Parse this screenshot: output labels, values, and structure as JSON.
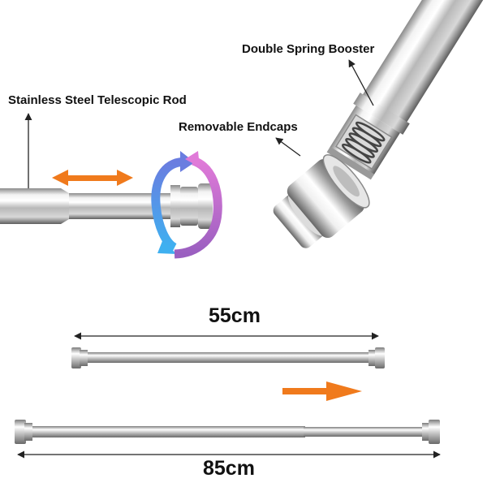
{
  "labels": {
    "double_spring_booster": "Double Spring Booster",
    "stainless_steel_rod": "Stainless Steel Telescopic Rod",
    "removable_endcaps": "Removable Endcaps",
    "length_min": "55cm",
    "length_max": "85cm"
  },
  "colors": {
    "arrow_orange": "#f07a1c",
    "rotate_blue": "#4aa0e0",
    "rotate_purple": "#c070c0",
    "chrome_light": "#f4f4f4",
    "chrome_mid": "#bdbdbd",
    "chrome_dark": "#6a6a6a"
  },
  "icons": {
    "rotation": "rotate-arrows-icon",
    "extend": "double-arrow-icon",
    "direction": "right-arrow-icon"
  }
}
